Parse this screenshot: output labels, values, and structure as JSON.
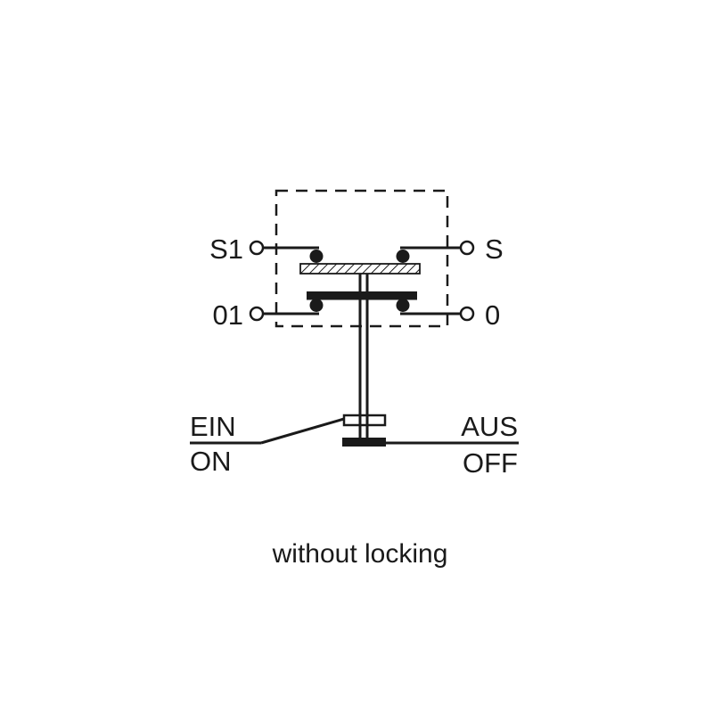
{
  "page": {
    "background": "#ffffff"
  },
  "diagram": {
    "caption": "without locking",
    "line_color": "#1a1a1a",
    "terminals": [
      {
        "label": "S1",
        "position": "top-left"
      },
      {
        "label": "S",
        "position": "top-right"
      },
      {
        "label": "01",
        "position": "bottom-left"
      },
      {
        "label": "0",
        "position": "bottom-right"
      }
    ],
    "state_labels": {
      "on_german": "EIN",
      "on_english": "ON",
      "off_german": "AUS",
      "off_english": "OFF"
    }
  }
}
